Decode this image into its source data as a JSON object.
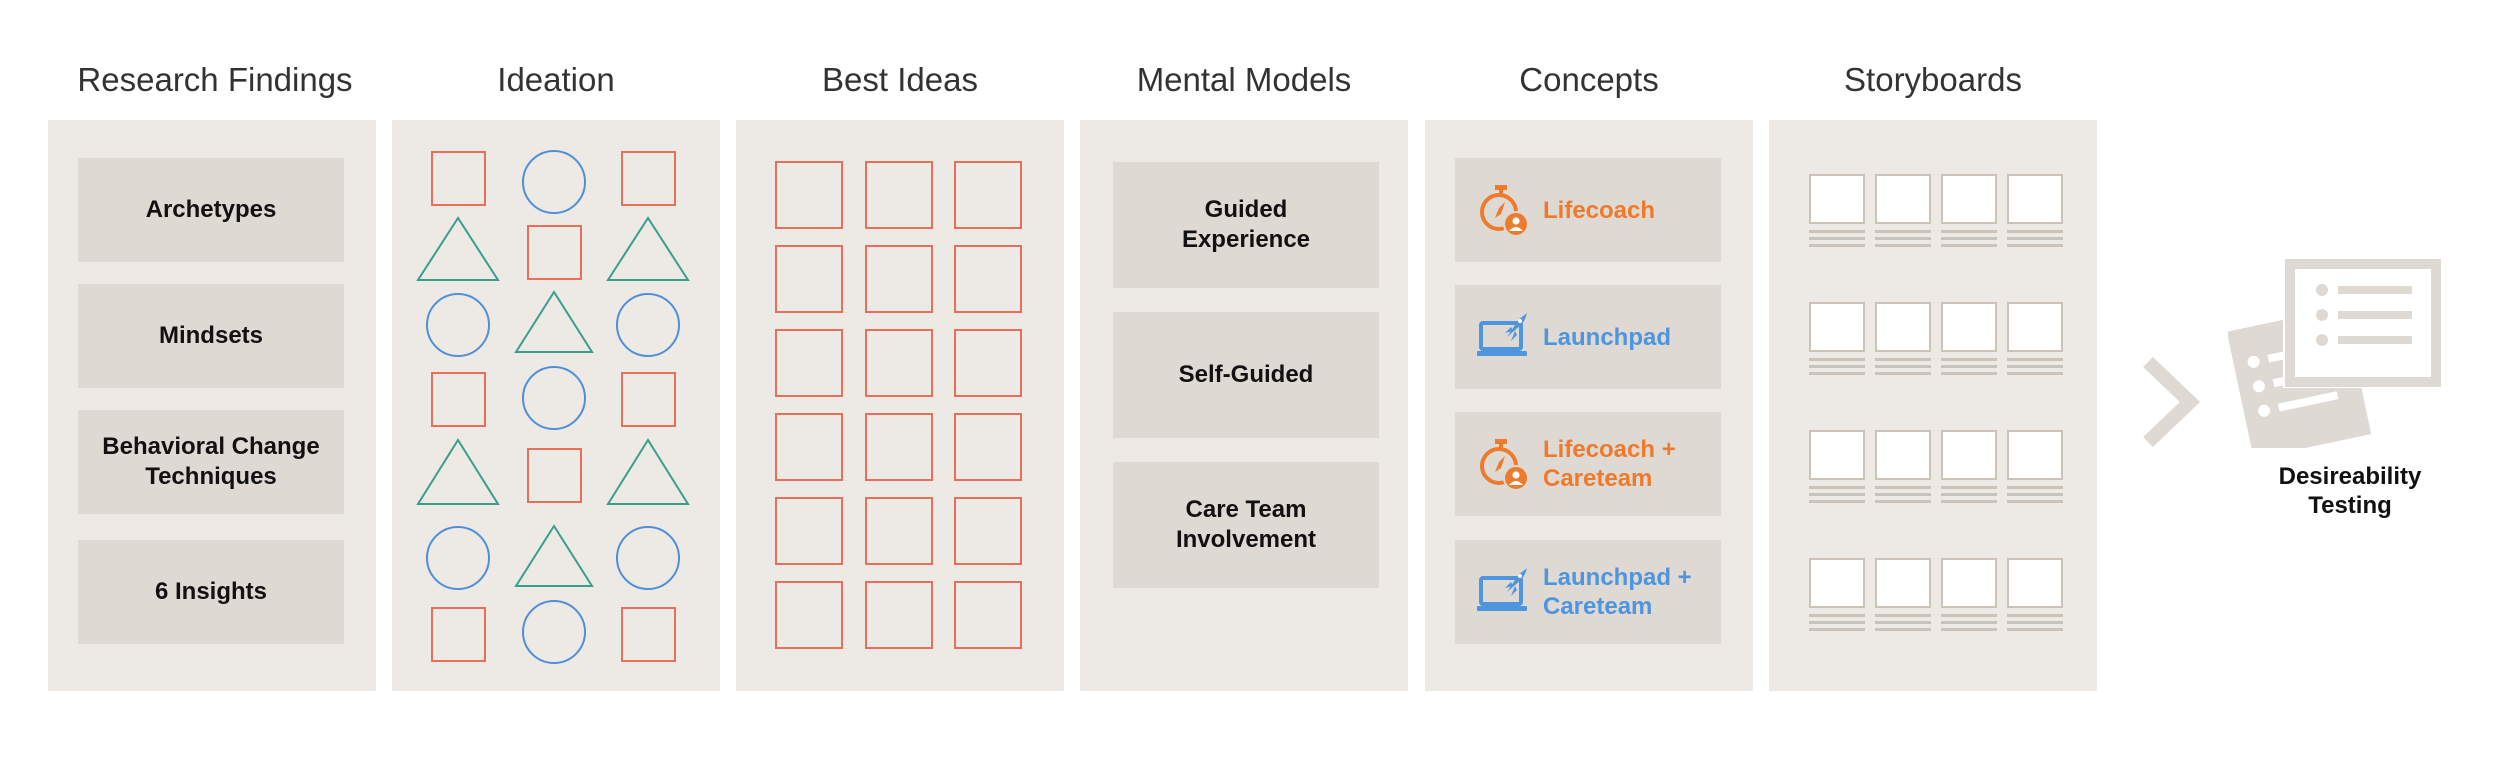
{
  "colors": {
    "panel": "#edeae6",
    "card": "#dfd9d4",
    "square": "#e8705a",
    "circle": "#4f8fd9",
    "triangle": "#3a9d8e",
    "orange": "#ee7a2b",
    "blue": "#4e95dd",
    "arrow": "#dfd9d4"
  },
  "columns": {
    "research": {
      "title": "Research Findings",
      "items": [
        "Archetypes",
        "Mindsets",
        "Behavioral Change\nTechniques",
        "6 Insights"
      ]
    },
    "ideation": {
      "title": "Ideation"
    },
    "best_ideas": {
      "title": "Best Ideas"
    },
    "mental_models": {
      "title": "Mental Models",
      "items": [
        "Guided\nExperience",
        "Self-Guided",
        "Care Team\nInvolvement"
      ]
    },
    "concepts": {
      "title": "Concepts",
      "items": [
        {
          "label": "Lifecoach",
          "icon": "stopwatch-person-icon",
          "color": "orange"
        },
        {
          "label": "Launchpad",
          "icon": "laptop-rocket-icon",
          "color": "blue"
        },
        {
          "label": "Lifecoach +\nCareteam",
          "icon": "stopwatch-person-icon",
          "color": "orange"
        },
        {
          "label": "Launchpad +\nCareteam",
          "icon": "laptop-rocket-icon",
          "color": "blue"
        }
      ]
    },
    "storyboards": {
      "title": "Storyboards"
    }
  },
  "final": {
    "label": "Desireability\nTesting",
    "arrow_icon": "chevron-right-icon",
    "icon": "test-documents-icon"
  }
}
